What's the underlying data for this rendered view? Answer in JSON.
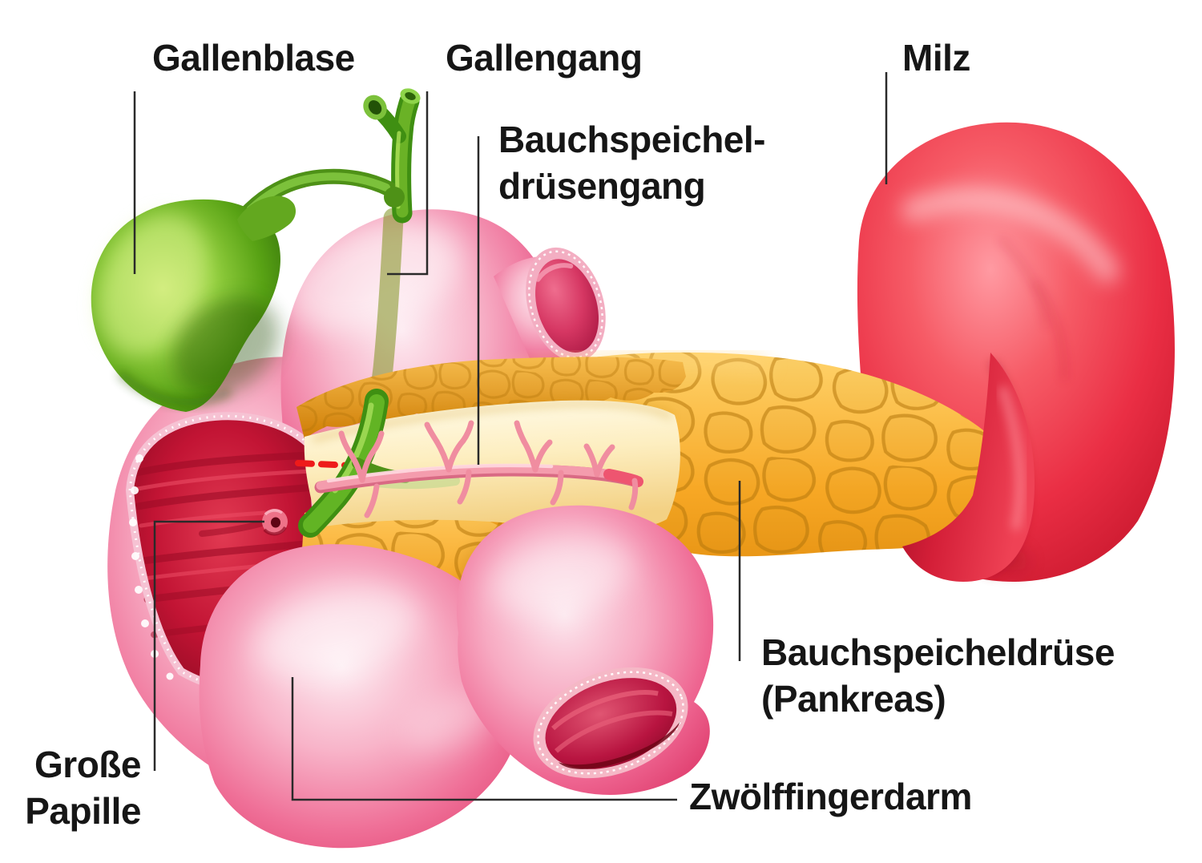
{
  "figure": {
    "description_language": "de",
    "labels": {
      "gallenblase": "Gallenblase",
      "gallengang": "Gallengang",
      "milz": "Milz",
      "bauchspeicheldruesengang_line1": "Bauchspeichel-",
      "bauchspeicheldruesengang_line2": "drüsengang",
      "bauchspeicheldruese_line1": "Bauchspeicheldrüse",
      "bauchspeicheldruese_line2": "(Pankreas)",
      "zwoelffingerdarm": "Zwölffingerdarm",
      "grosse_papille_line1": "Große",
      "grosse_papille_line2": "Papille"
    }
  },
  "colors": {
    "background": "#ffffff",
    "label_text": "#161616",
    "leader_line": "#2a2a2a",
    "gallbladder_green": "#7fc02e",
    "bile_duct_green": "#57a41b",
    "spleen_red": "#ea2e44",
    "intestine_pink": "#f0709a",
    "intestine_interior_red": "#c01030",
    "pancreas_orange": "#f5a01c",
    "cut_surface_cream": "#fdeec0",
    "pancreatic_duct_pink": "#f2899c",
    "marker_red_dash": "#ee1a1a"
  }
}
